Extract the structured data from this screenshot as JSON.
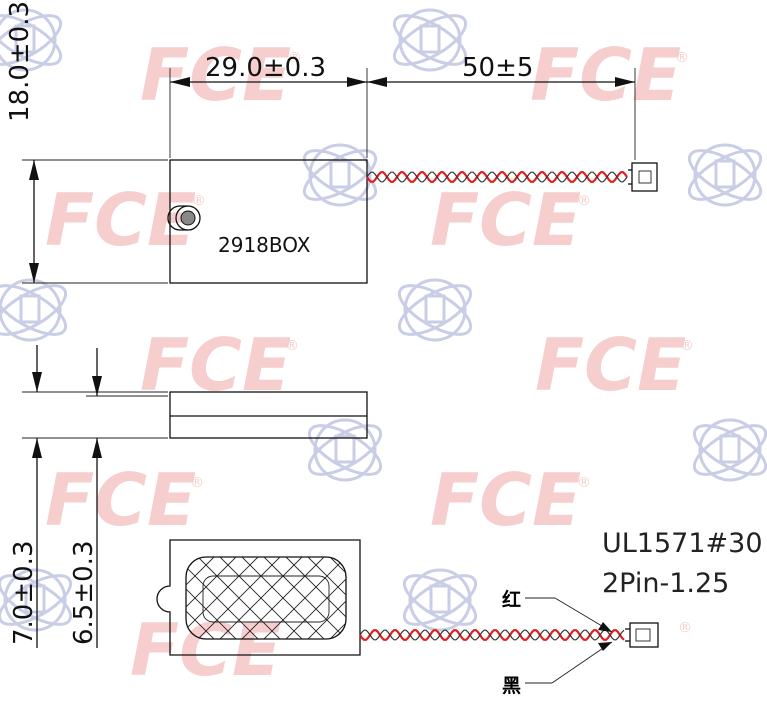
{
  "watermark": {
    "brand": "FCE",
    "mark": "®",
    "emblem_icon": "globe-emblem-icon"
  },
  "top_view": {
    "part_label": "2918BOX",
    "dim_width": "29.0±0.3",
    "dim_cable": "50±5",
    "dim_height": "18.0±0.3"
  },
  "side_view": {
    "dim_total_thickness": "7.0±0.3",
    "dim_body_thickness": "6.5±0.3"
  },
  "bottom_view": {
    "wire_spec": "UL1571#30",
    "connector_spec": "2Pin-1.25",
    "wire_red_label": "红",
    "wire_black_label": "黑"
  },
  "colors": {
    "red_wire": "#e02020",
    "black_wire": "#222222",
    "watermark": "#f5c6c6"
  }
}
